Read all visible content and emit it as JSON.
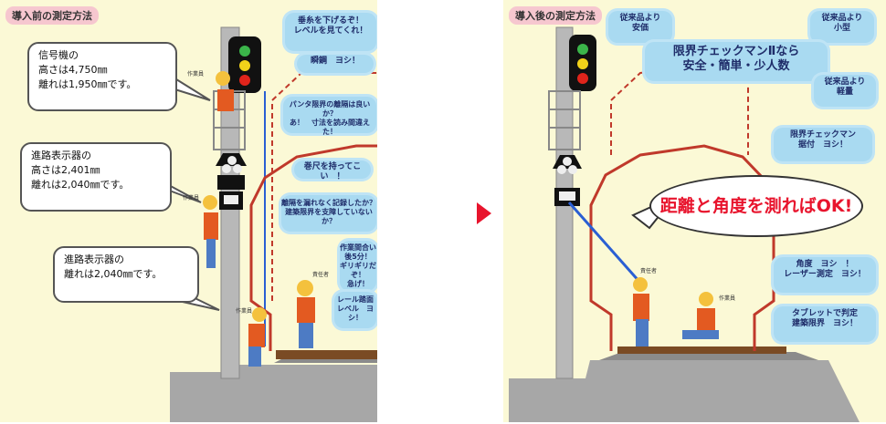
{
  "left": {
    "title": "導入前の測定方法",
    "callouts": [
      {
        "lines": [
          "信号機の",
          "高さは4,750㎜",
          "離れは1,950㎜です。"
        ]
      },
      {
        "lines": [
          "進路表示器の",
          "高さは2,401㎜",
          "離れは2,040㎜です。"
        ]
      },
      {
        "lines": [
          "進路表示器の",
          "離れは2,040㎜です。"
        ]
      }
    ],
    "bubbles": [
      {
        "lines": [
          "垂糸を下げるぞ！",
          "レベルを見てくれ！"
        ]
      },
      {
        "lines": [
          "瞬鋼　ヨシ！"
        ]
      },
      {
        "lines": [
          "パンタ限界の離隔は良いか？",
          "あ！　寸法を読み間違えた！"
        ]
      },
      {
        "lines": [
          "巻尺を持ってこい　！"
        ]
      },
      {
        "lines": [
          "離隔を漏れなく記録したか？",
          "建築限界を支障していないか？"
        ]
      },
      {
        "lines": [
          "作業間合い後5分！",
          "ギリギリだぞ！",
          "急げ！"
        ]
      },
      {
        "lines": [
          "レール踏面",
          "レベル　ヨシ！"
        ]
      }
    ],
    "worker_labels": [
      "作業員",
      "作業員",
      "責任者",
      "作業員"
    ]
  },
  "right": {
    "title": "導入後の測定方法",
    "bubbles": [
      {
        "lines": [
          "従来品より",
          "安価"
        ]
      },
      {
        "lines": [
          "従来品より",
          "小型"
        ]
      },
      {
        "lines": [
          "限界チェックマンⅡなら",
          "安全・簡単・少人数"
        ]
      },
      {
        "lines": [
          "従来品より",
          "軽量"
        ]
      },
      {
        "lines": [
          "限界チェックマン",
          "据付　ヨシ！"
        ]
      },
      {
        "lines": [
          "角度　ヨシ　！",
          "レーザー測定　ヨシ！"
        ]
      },
      {
        "lines": [
          "タブレットで判定",
          "建築限界　ヨシ！"
        ]
      }
    ],
    "big_callout": "距離と角度を測ればOK!",
    "worker_labels": [
      "責任者",
      "作業員"
    ]
  },
  "colors": {
    "arrow": "#e8142d",
    "panel_bg": "#fbf9d6",
    "bubble": "#a9daf1",
    "gauge_outline": "#c0392b",
    "pantograph_dash": "#c0392b"
  }
}
